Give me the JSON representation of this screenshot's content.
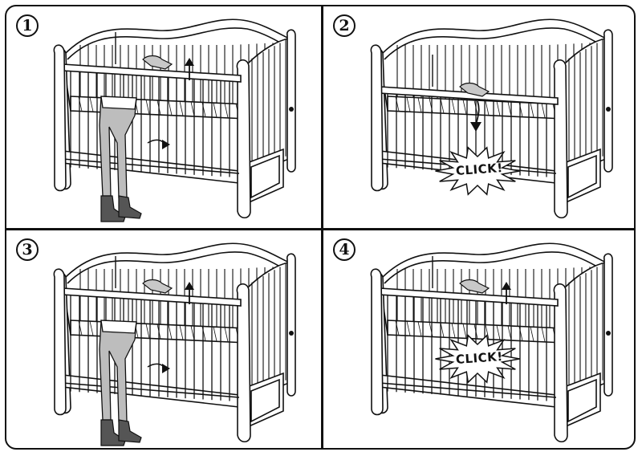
{
  "steps": [
    {
      "number": "1",
      "has_person": true,
      "has_click": false
    },
    {
      "number": "2",
      "has_person": false,
      "has_click": true,
      "click_text": "CLICK!"
    },
    {
      "number": "3",
      "has_person": true,
      "has_click": false
    },
    {
      "number": "4",
      "has_person": false,
      "has_click": true,
      "click_text": "CLICK!"
    }
  ],
  "colors": {
    "line": "#111111",
    "paper": "#ffffff",
    "legs": "#bdbdbd",
    "shoes": "#555555",
    "hand": "#c8c8c8"
  },
  "icons": [
    "crib-icon",
    "hand-icon",
    "arrow-up-icon",
    "arrow-down-icon",
    "click-burst-icon"
  ]
}
